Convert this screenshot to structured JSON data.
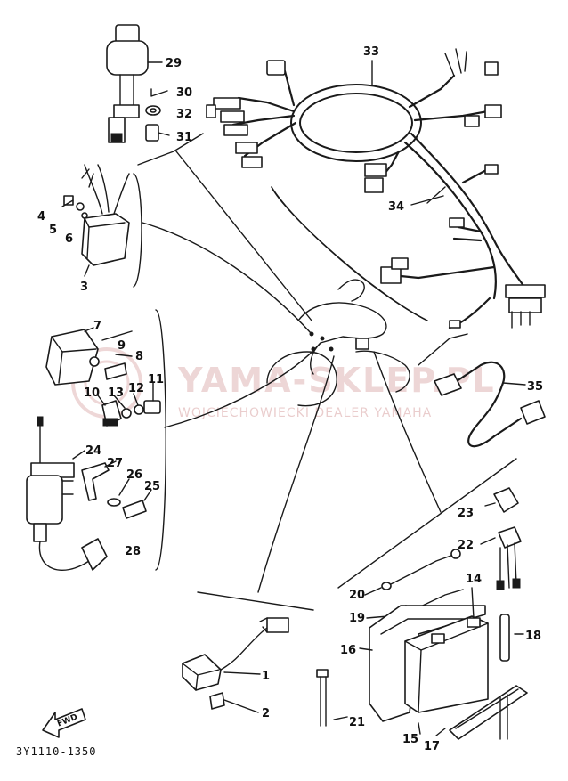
{
  "watermark": {
    "title": "YAMA-SKLEP.PL",
    "subtitle": "WOJCIECHOWIECKI DEALER YAMAHA",
    "color": "#d9a6a6"
  },
  "diagram_code": "3Y1110-1350",
  "fwd_label": "FWD",
  "callouts": {
    "p1": "1",
    "p2": "2",
    "p3": "3",
    "p4": "4",
    "p5": "5",
    "p6": "6",
    "p7": "7",
    "p8": "8",
    "p9": "9",
    "p10": "10",
    "p11": "11",
    "p12": "12",
    "p13": "13",
    "p14": "14",
    "p15": "15",
    "p16": "16",
    "p17": "17",
    "p18": "18",
    "p19": "19",
    "p20": "20",
    "p21": "21",
    "p22": "22",
    "p23": "23",
    "p24": "24",
    "p25": "25",
    "p26": "26",
    "p27": "27",
    "p28": "28",
    "p29": "29",
    "p30": "30",
    "p31": "31",
    "p32": "32",
    "p33": "33",
    "p34": "34",
    "p35": "35"
  }
}
